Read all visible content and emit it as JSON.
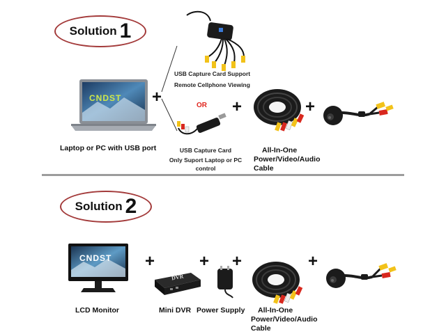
{
  "solution1": {
    "title_word": "Solution",
    "title_number": "1",
    "laptop_brand": "CNDST",
    "laptop_label": "Laptop or PC with USB port",
    "usb_card_support_line1": "USB Capture Card Support",
    "usb_card_support_line2": "Remote Cellphone Viewing",
    "or_label": "OR",
    "usb_card_line1": "USB Capture Card",
    "usb_card_line2": "Only Suport  Laptop or PC control",
    "cable_line1": "All-In-One",
    "cable_line2": "Power/Video/Audio",
    "cable_line3": "Cable"
  },
  "solution2": {
    "title_word": "Solution",
    "title_number": "2",
    "monitor_brand": "CNDST",
    "monitor_label": "LCD Monitor",
    "dvr_box_text": "DVR",
    "dvr_label": "Mini DVR",
    "power_label": "Power Supply",
    "cable_line1": "All-In-One",
    "cable_line2": "Power/Video/Audio",
    "cable_line3": "Cable"
  },
  "plus_symbol": "+",
  "colors": {
    "oval_border": "#a33a3a",
    "or_text": "#e0261e",
    "divider": "#9c9c9c",
    "cable_black": "#1b1b1b",
    "rca_yellow": "#f2c21a",
    "rca_red": "#d8281e",
    "rca_white": "#eeeeee"
  }
}
